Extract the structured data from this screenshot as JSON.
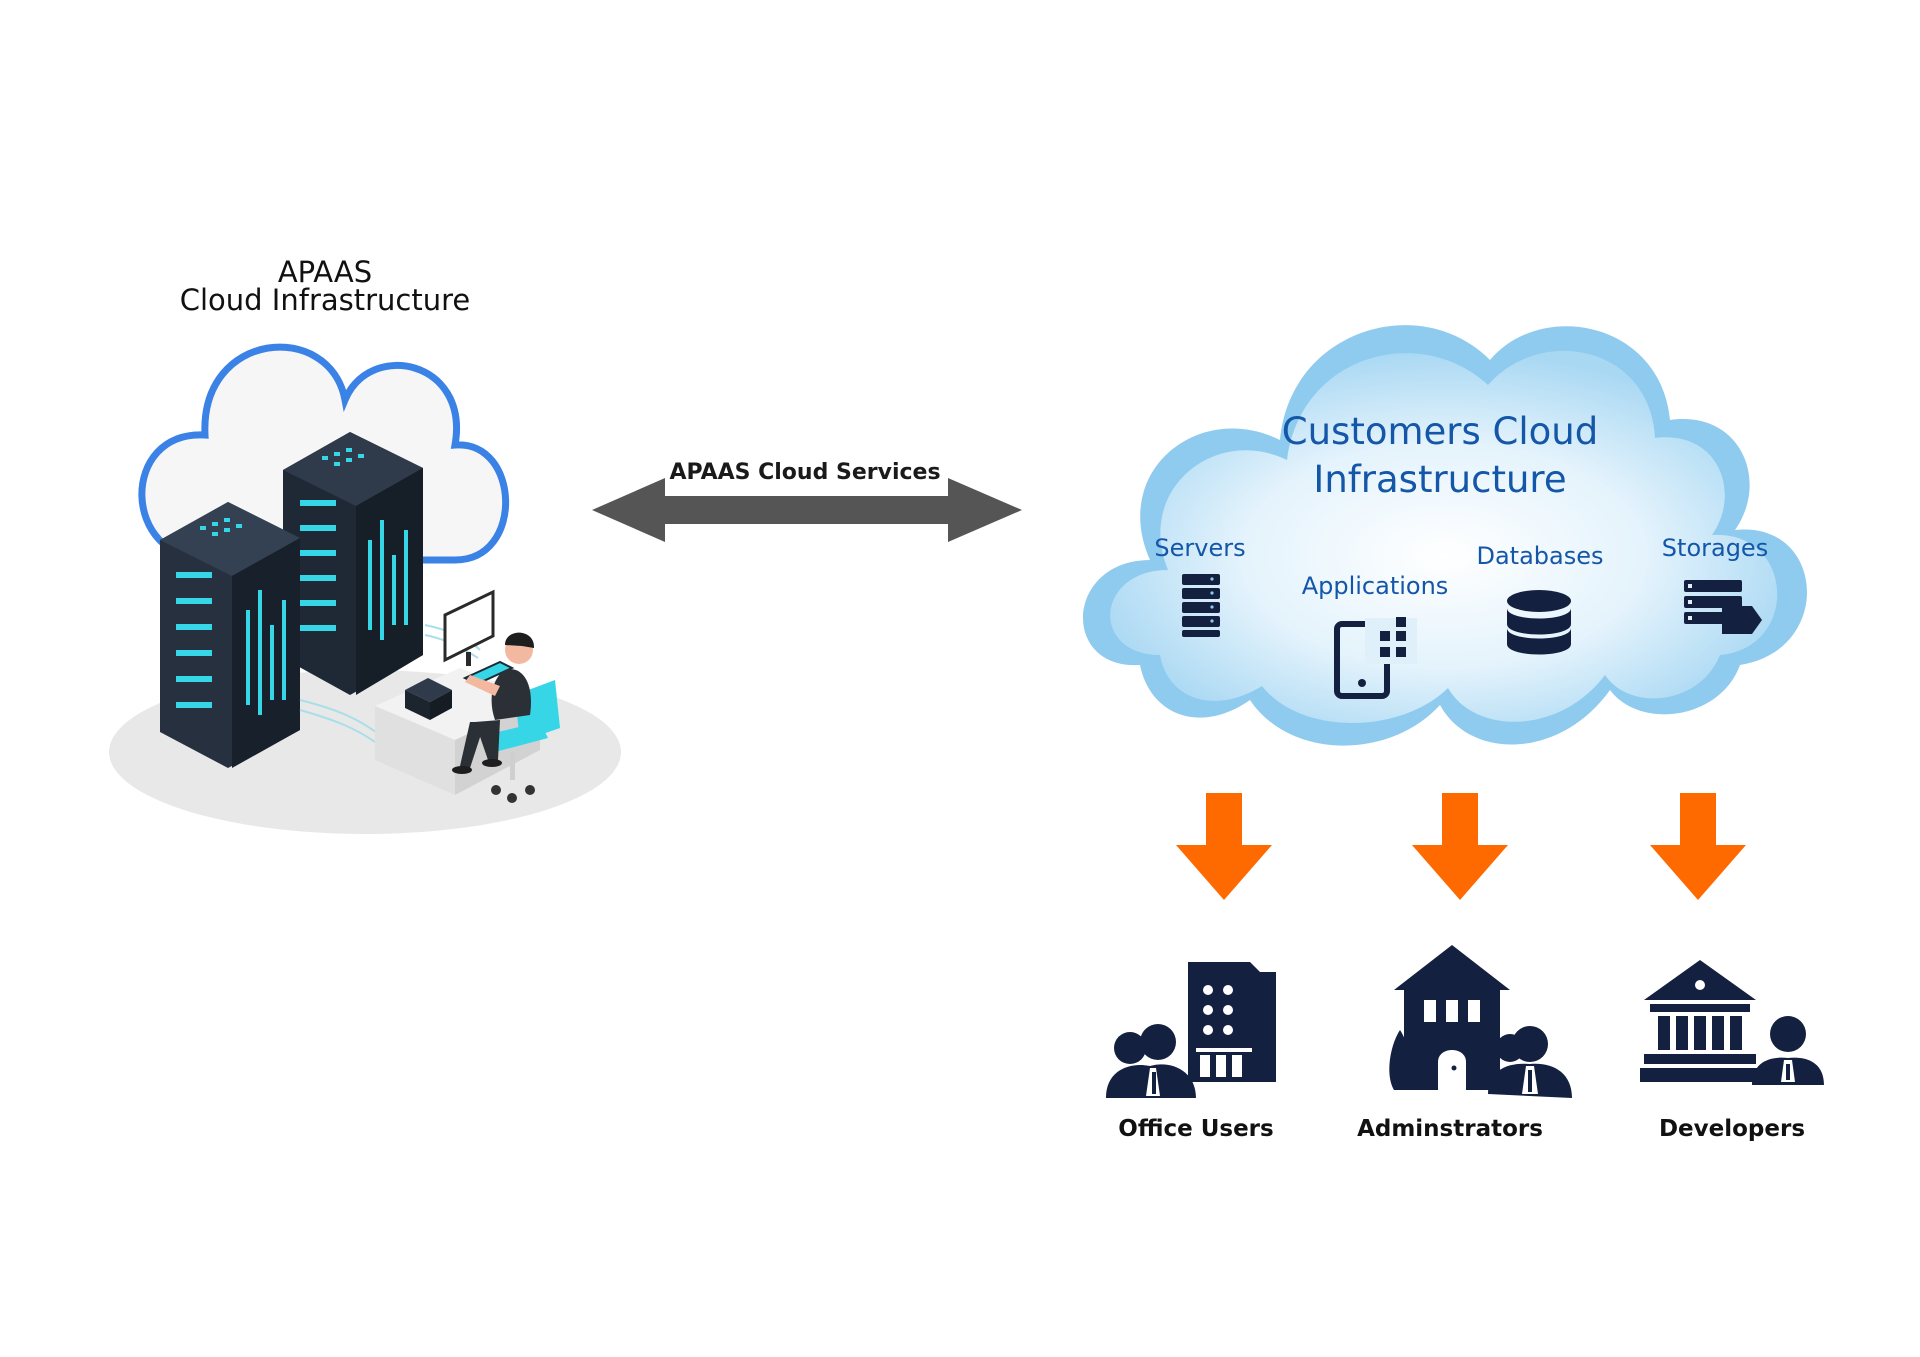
{
  "left": {
    "title_line1": "APAAS",
    "title_line2": "Cloud Infrastructure"
  },
  "connector": {
    "label": "APAAS Cloud Services"
  },
  "customer_cloud": {
    "title_line1": "Customers Cloud",
    "title_line2": "Infrastructure",
    "items": [
      {
        "label": "Servers",
        "icon": "server-rack-icon"
      },
      {
        "label": "Applications",
        "icon": "application-tablet-icon"
      },
      {
        "label": "Databases",
        "icon": "database-icon"
      },
      {
        "label": "Storages",
        "icon": "storage-icon"
      }
    ]
  },
  "users": [
    {
      "label": "Office Users",
      "icon": "office-building-users-icon"
    },
    {
      "label": "Adminstrators",
      "icon": "house-administrators-icon"
    },
    {
      "label": "Developers",
      "icon": "institution-developers-icon"
    }
  ],
  "colors": {
    "cloud_outline": "#3b82e6",
    "server_dark": "#243040",
    "server_accent": "#36d6e7",
    "double_arrow": "#555555",
    "cloud_blue": "#8fcbee",
    "cloud_text": "#1456a8",
    "icon_navy": "#14203f",
    "down_arrow": "#ff6a00"
  }
}
